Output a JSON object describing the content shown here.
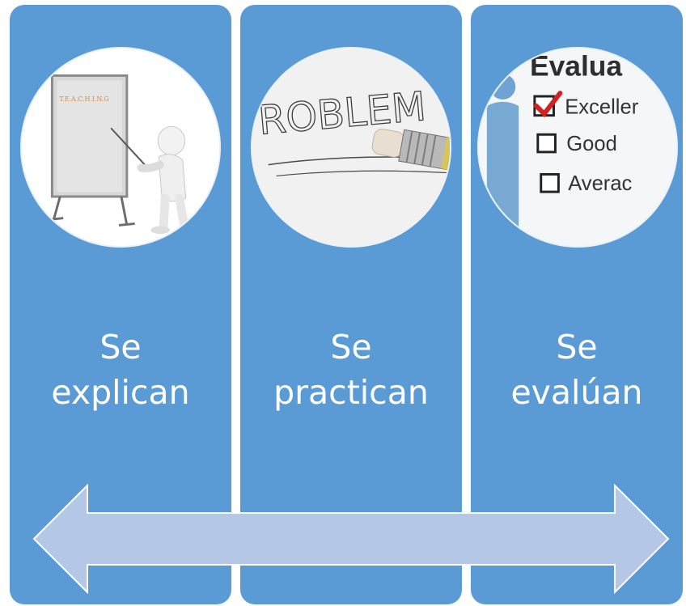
{
  "panels": [
    {
      "id": "explicar",
      "line1": "Se",
      "line2": "explican",
      "image_text": "T.E.A.C.H.I.N.G"
    },
    {
      "id": "practicar",
      "line1": "Se",
      "line2": "practican",
      "image_text": "ROBLEM"
    },
    {
      "id": "evaluar",
      "line1": "Se",
      "line2": "evalúan",
      "image_title": "Evalua",
      "checklist": [
        "Exceller",
        "Good",
        "Averac"
      ]
    }
  ],
  "colors": {
    "panel": "#5b9bd5",
    "arrow_fill": "#b4c7e7",
    "arrow_stroke": "#ffffff",
    "label": "#ffffff"
  },
  "icons": {
    "arrow": "double-headed-arrow-icon"
  }
}
